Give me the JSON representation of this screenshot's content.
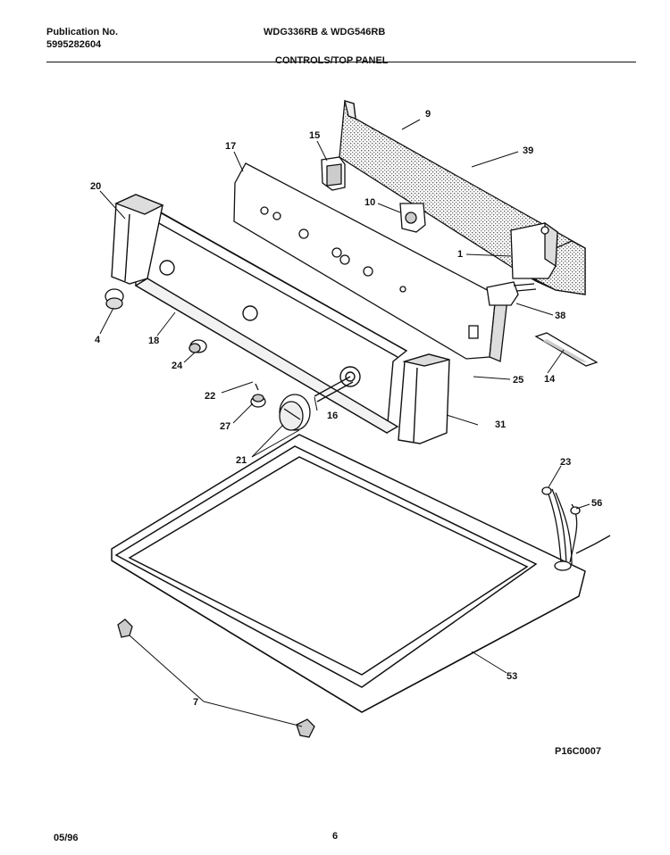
{
  "header": {
    "publication_label": "Publication No.",
    "publication_number": "5995282604",
    "models": "WDG336RB & WDG546RB",
    "section_title": "CONTROLS/TOP PANEL"
  },
  "diagram": {
    "callouts": [
      "9",
      "39",
      "15",
      "17",
      "20",
      "10",
      "1",
      "38",
      "25",
      "14",
      "4",
      "18",
      "24",
      "22",
      "27",
      "16",
      "31",
      "21",
      "23",
      "56",
      "53",
      "7"
    ],
    "diagram_code": "P16C0007"
  },
  "footer": {
    "date": "05/96",
    "page": "6"
  }
}
